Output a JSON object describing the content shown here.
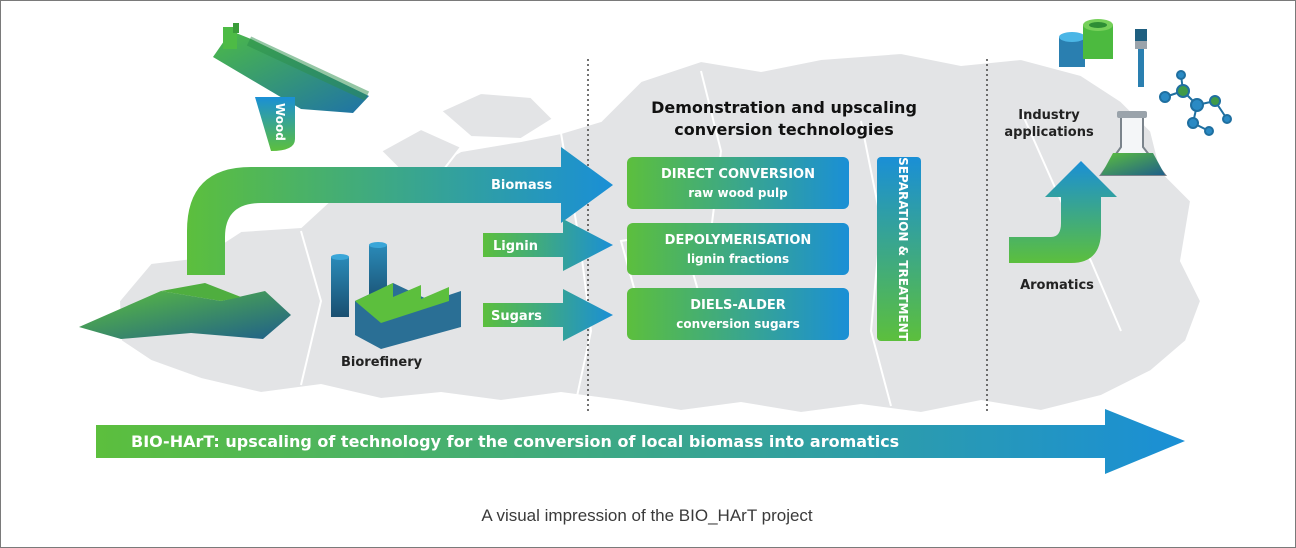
{
  "diagram": {
    "heading_line1": "Demonstration and upscaling",
    "heading_line2": "conversion technologies",
    "inputs": {
      "wood": "Wood",
      "biomass": "Biomass",
      "lignin": "Lignin",
      "sugars": "Sugars",
      "biorefinery": "Biorefinery"
    },
    "processes": [
      {
        "title": "DIRECT CONVERSION",
        "subtitle": "raw wood pulp"
      },
      {
        "title": "DEPOLYMERISATION",
        "subtitle": "lignin fractions"
      },
      {
        "title": "DIELS-ALDER",
        "subtitle": "conversion sugars"
      }
    ],
    "separation_label": "SEPARATION & TREATMENT",
    "industry_line1": "Industry",
    "industry_line2": "applications",
    "aromatics": "Aromatics",
    "banner": "BIO-HArT: upscaling of technology for the conversion of local biomass into aromatics"
  },
  "caption": "A visual impression of the BIO_HArT project",
  "colors": {
    "green": "#5bbf3e",
    "blue": "#1a8fd6",
    "teal_dark": "#1f5f80",
    "map_gray": "#e3e4e6"
  }
}
